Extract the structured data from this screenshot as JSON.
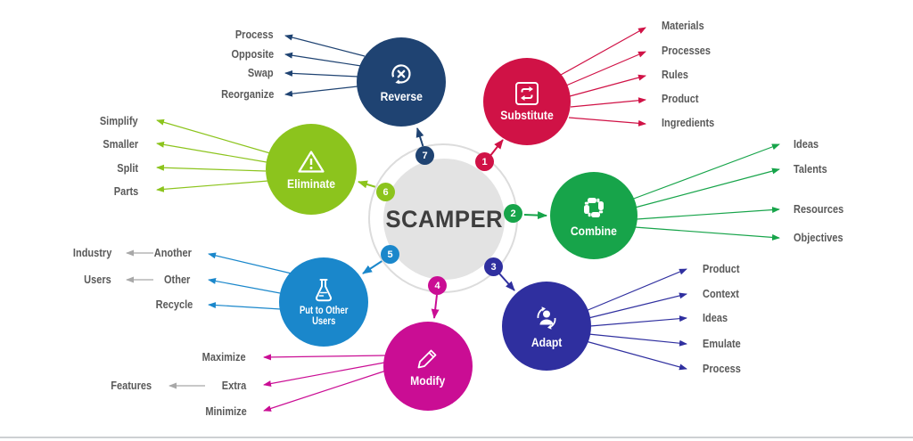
{
  "title": "SCAMPER",
  "palette": {
    "substitute": "#d01246",
    "combine": "#17a44a",
    "adapt": "#2f2f9f",
    "modify": "#ca0d94",
    "put_to_other_uses": "#1a87cb",
    "eliminate": "#8cc41d",
    "reverse": "#1f4372",
    "hub_fill": "#e3e3e3",
    "label_text": "#595959",
    "gray_arrow": "#a8a8a8"
  },
  "nodes": [
    {
      "number": "1",
      "label": "Substitute",
      "icon": "substitute-swap-icon",
      "color": "#d01246",
      "spokes": [
        "Materials",
        "Processes",
        "Rules",
        "Product",
        "Ingredients"
      ]
    },
    {
      "number": "2",
      "label": "Combine",
      "icon": "combine-hands-icon",
      "color": "#17a44a",
      "spokes": [
        "Ideas",
        "Talents",
        "Resources",
        "Objectives"
      ]
    },
    {
      "number": "3",
      "label": "Adapt",
      "icon": "adapt-person-icon",
      "color": "#2f2f9f",
      "spokes": [
        "Product",
        "Context",
        "Ideas",
        "Emulate",
        "Process"
      ]
    },
    {
      "number": "4",
      "label": "Modify",
      "icon": "pencil-icon",
      "color": "#ca0d94",
      "spokes": [
        "Maximize",
        "Extra",
        "Minimize"
      ],
      "secondary": [
        {
          "from": "Extra",
          "label": "Features"
        }
      ]
    },
    {
      "number": "5",
      "label": "Put to Other",
      "label_line2": "Users",
      "icon": "flask-icon",
      "color": "#1a87cb",
      "spokes": [
        "Another",
        "Other",
        "Recycle"
      ],
      "secondary": [
        {
          "from": "Another",
          "label": "Industry"
        },
        {
          "from": "Other",
          "label": "Users"
        }
      ]
    },
    {
      "number": "6",
      "label": "Eliminate",
      "icon": "warning-triangle-icon",
      "color": "#8cc41d",
      "spokes": [
        "Simplify",
        "Smaller",
        "Split",
        "Parts"
      ]
    },
    {
      "number": "7",
      "label": "Reverse",
      "icon": "reverse-arrow-icon",
      "color": "#1f4372",
      "spokes": [
        "Process",
        "Opposite",
        "Swap",
        "Reorganize"
      ]
    }
  ]
}
